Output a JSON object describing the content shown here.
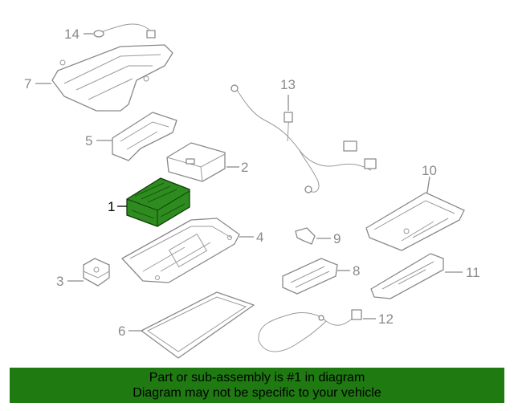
{
  "callouts": {
    "c1": "1",
    "c2": "2",
    "c3": "3",
    "c4": "4",
    "c5": "5",
    "c6": "6",
    "c7": "7",
    "c8": "8",
    "c9": "9",
    "c10": "10",
    "c11": "11",
    "c12": "12",
    "c13": "13",
    "c14": "14"
  },
  "banner": {
    "line1": "Part or sub-assembly is #1 in diagram",
    "line2": "Diagram may not be specific to your vehicle"
  },
  "colors": {
    "highlight_part": "#2e8b1f",
    "banner_background": "#1f7a12",
    "outline": "#8a8a8a"
  }
}
